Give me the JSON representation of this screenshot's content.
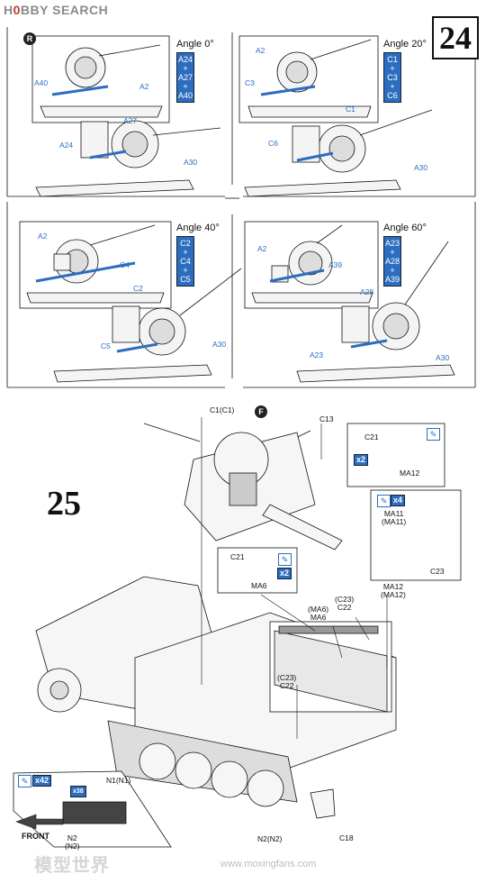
{
  "header": {
    "brand_prefix": "H",
    "brand_main": "BBY SEARCH",
    "brand_x": "0"
  },
  "step24": {
    "number": "24",
    "badge": "R",
    "panels": [
      {
        "angle": "Angle 0",
        "parts": [
          "A24",
          "+",
          "A27",
          "+",
          "A40"
        ],
        "labels_inset": [
          "A40",
          "A2"
        ],
        "labels_main": [
          "A27",
          "A24",
          "A30"
        ]
      },
      {
        "angle": "Angle 20",
        "parts": [
          "C1",
          "+",
          "C3",
          "+",
          "C6"
        ],
        "labels_inset": [
          "A2",
          "C3"
        ],
        "labels_main": [
          "C1",
          "C6",
          "A30"
        ]
      },
      {
        "angle": "Angle 40",
        "parts": [
          "C2",
          "+",
          "C4",
          "+",
          "C5"
        ],
        "labels_inset": [
          "A2",
          "C4"
        ],
        "labels_main": [
          "C2",
          "C5",
          "A30"
        ]
      },
      {
        "angle": "Angle 60",
        "parts": [
          "A23",
          "+",
          "A28",
          "+",
          "A39"
        ],
        "labels_inset": [
          "A2",
          "A39"
        ],
        "labels_main": [
          "A28",
          "A23",
          "A30"
        ]
      }
    ]
  },
  "step25": {
    "number": "25",
    "badge": "F",
    "labels": {
      "c1": "C1(C1)",
      "c13": "C13",
      "c23_c22_left": [
        "(C23)",
        "C22"
      ],
      "ma6_right": [
        "(MA6)",
        "MA6"
      ],
      "c23_c22_right": [
        "(C23)",
        "C22"
      ],
      "ma12_right": [
        "MA12",
        "(MA12)"
      ],
      "c18": "C18",
      "n1": "N1(N1)",
      "n2_left": [
        "N2",
        "(N2)"
      ],
      "n2_bottom": "N2(N2)",
      "front": "FRONT"
    },
    "callouts": [
      {
        "id": "c21-ma12",
        "parts": [
          "C21",
          "MA12"
        ],
        "qty": "x2"
      },
      {
        "id": "ma11-c23",
        "parts": [
          "MA11",
          "(MA11)",
          "C23"
        ],
        "qty": "x4"
      },
      {
        "id": "c21-ma6",
        "parts": [
          "C21",
          "MA6"
        ],
        "qty": "x2"
      },
      {
        "id": "tracks",
        "parts": [
          "N1(N1)",
          "N2",
          "(N2)"
        ],
        "qty": "x42",
        "qty2": "x38"
      }
    ]
  },
  "footer": {
    "watermark": "模型世界",
    "url": "www.moxingfans.com"
  },
  "colors": {
    "accent_blue": "#2d6dbf",
    "line": "#111111"
  }
}
